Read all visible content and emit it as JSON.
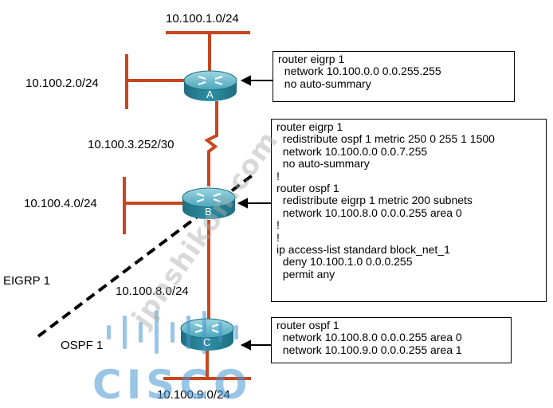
{
  "networks": {
    "net1": "10.100.1.0/24",
    "net2": "10.100.2.0/24",
    "net3": "10.100.3.252/30",
    "net4": "10.100.4.0/24",
    "net8": "10.100.8.0/24",
    "net9": "10.100.9.0/24"
  },
  "routers": {
    "a": "A",
    "b": "B",
    "c": "C"
  },
  "domains": {
    "eigrp": "EIGRP 1",
    "ospf": "OSPF 1"
  },
  "configs": {
    "router_a": [
      "router eigrp 1",
      "  network 10.100.0.0 0.0.255.255",
      "  no auto-summary"
    ],
    "router_b": [
      "router eigrp 1",
      "  redistribute ospf 1 metric 250 0 255 1 1500",
      "  network 10.100.0.0 0.0.7.255",
      "  no auto-summary",
      "!",
      "router ospf 1",
      "  redistribute eigrp 1 metric 200 subnets",
      "  network 10.100.8.0 0.0.0.255 area 0",
      "!",
      "!",
      "ip access-list standard block_net_1",
      "  deny 10.100.1.0 0.0.0.255",
      "  permit any"
    ],
    "router_c": [
      "router ospf 1",
      "  network 10.100.8.0 0.0.0.255 area 0",
      "  network 10.100.9.0 0.0.0.255 area 1"
    ]
  },
  "watermark": {
    "site": "jpnshikon.com",
    "brand": "CISCO"
  },
  "colors": {
    "link": "#c8461e",
    "router_body": "#2e8fa3",
    "router_top": "#7fc6d4",
    "cisco_blue": "#4696d2"
  }
}
